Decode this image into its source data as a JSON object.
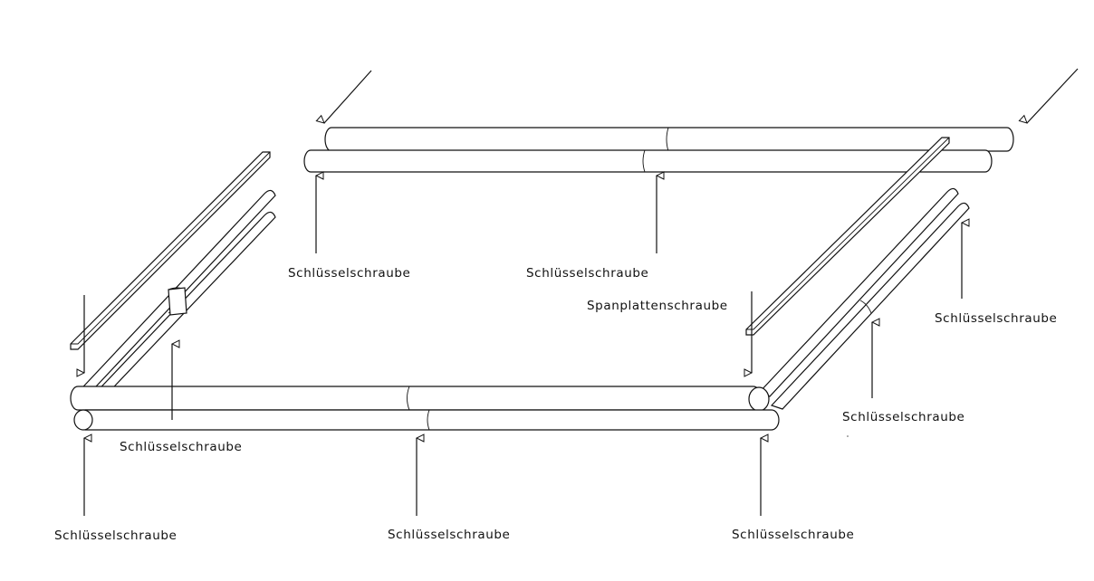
{
  "labels": {
    "lag_top_left": "Schlüsselschraube",
    "lag_top_mid": "Schlüsselschraube",
    "chipboard": "Spanplattenschraube",
    "lag_right_far": "Schlüsselschraube",
    "lag_right_near": "Schlüsselschraube",
    "lag_front_inner": "Schlüsselschraube",
    "lag_bottom_left": "Schlüsselschraube",
    "lag_bottom_mid": "Schlüsselschraube",
    "lag_bottom_right": "Schlüsselschraube"
  }
}
